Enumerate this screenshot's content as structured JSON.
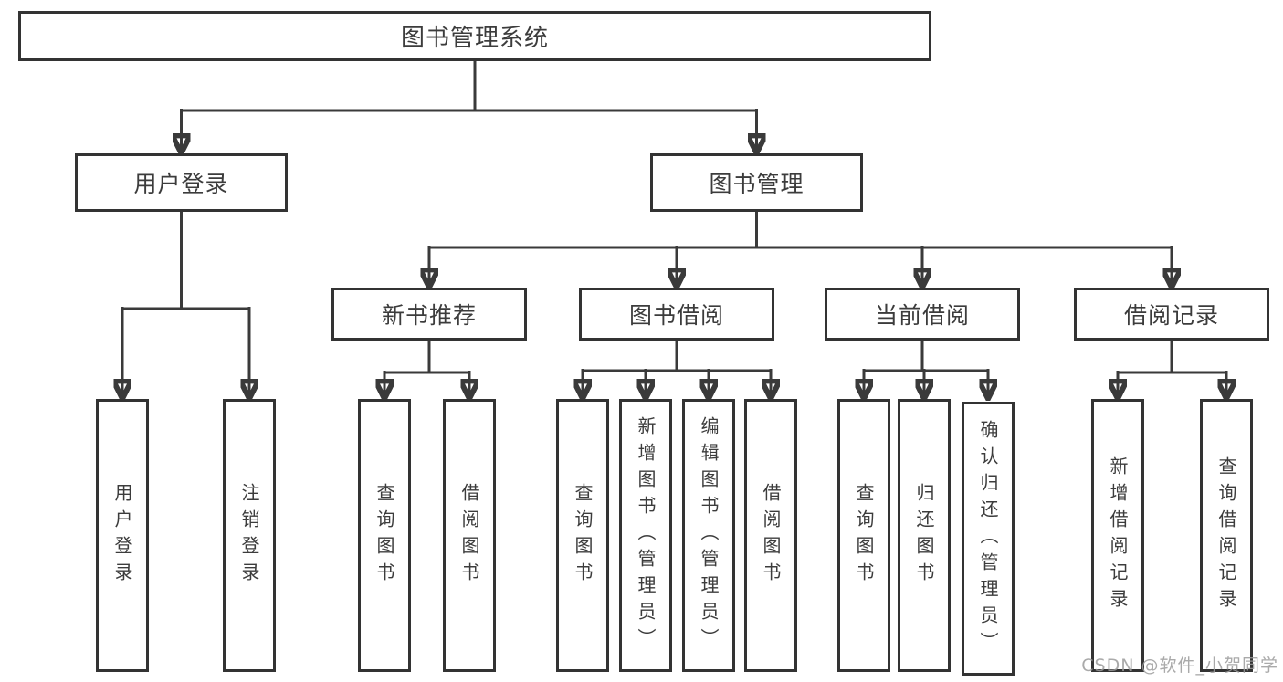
{
  "diagram_title": "图书管理系统",
  "tree": {
    "root": {
      "label": "图书管理系统"
    },
    "branches": [
      {
        "label": "用户登录",
        "children": [
          {
            "label": "用户登录"
          },
          {
            "label": "注销登录"
          }
        ]
      },
      {
        "label": "图书管理",
        "children": [
          {
            "label": "新书推荐",
            "children": [
              {
                "label": "查询图书"
              },
              {
                "label": "借阅图书"
              }
            ]
          },
          {
            "label": "图书借阅",
            "children": [
              {
                "label": "查询图书"
              },
              {
                "label": "新增图书（管理员）"
              },
              {
                "label": "编辑图书（管理员）"
              },
              {
                "label": "借阅图书"
              }
            ]
          },
          {
            "label": "当前借阅",
            "children": [
              {
                "label": "查询图书"
              },
              {
                "label": "归还图书"
              },
              {
                "label": "确认归还（管理员）"
              }
            ]
          },
          {
            "label": "借阅记录",
            "children": [
              {
                "label": "新增借阅记录"
              },
              {
                "label": "查询借阅记录"
              }
            ]
          }
        ]
      }
    ]
  },
  "watermark": {
    "text": "CSDN @软件_小贺同学"
  },
  "colors": {
    "line": "#3a3a3a",
    "box_border": "#333333",
    "text": "#3c3c3c",
    "background": "#ffffff",
    "watermark": "#9c9c9c"
  }
}
